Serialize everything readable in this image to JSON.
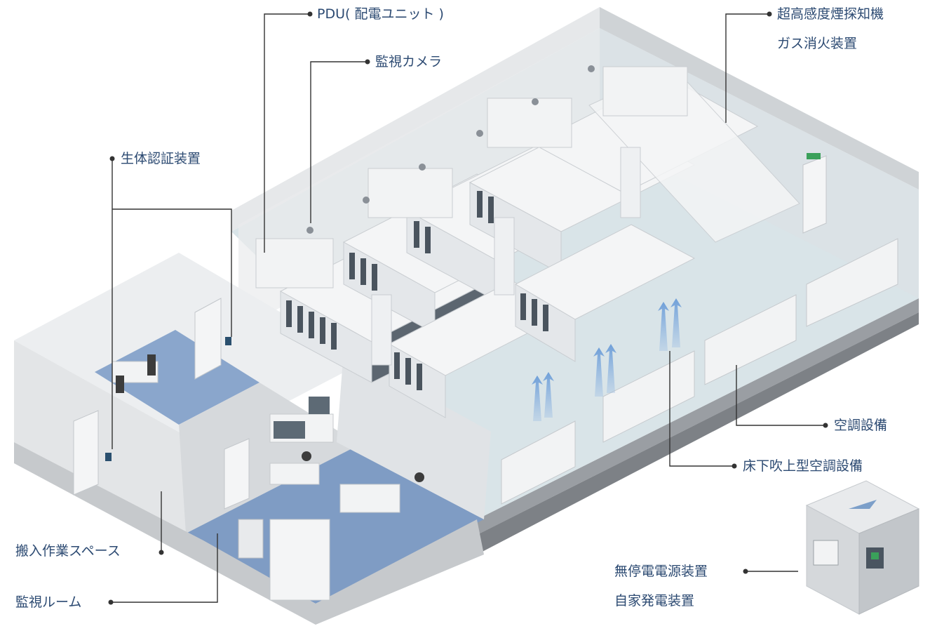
{
  "labels": {
    "pdu": "PDU( 配電ユニット )",
    "camera": "監視カメラ",
    "smoke_detector": "超高感度煙探知機",
    "gas_extinguisher": "ガス消火装置",
    "biometric": "生体認証装置",
    "aircon": "空調設備",
    "underfloor_aircon": "床下吹上型空調設備",
    "loading_space": "搬入作業スペース",
    "monitor_room": "監視ルーム",
    "ups": "無停電電源装置",
    "generator": "自家発電装置"
  },
  "colors": {
    "label_text": "#2c4a72",
    "leader_line": "#333333",
    "floor_tile": "#d9e4e8",
    "room_floor": "#7f9cc4",
    "wall": "#dcdfe2",
    "rack": "#f4f5f6",
    "airflow": "#8db4e2"
  }
}
